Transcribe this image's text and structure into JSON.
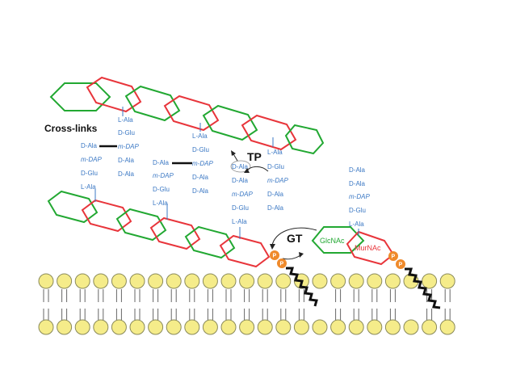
{
  "labels": {
    "cross_links": "Cross-links",
    "tp": "TP",
    "gt": "GT",
    "glcnac": "GlcNAc",
    "murnac": "MurNAc",
    "phosphate": "P"
  },
  "stems": {
    "col1": [
      "D-Ala",
      "m-DAP",
      "D-Glu",
      "L-Ala"
    ],
    "col2": [
      "L-Ala",
      "D-Glu",
      "m-DAP",
      "D-Ala",
      "D-Ala"
    ],
    "col3": [
      "D-Ala",
      "m-DAP",
      "D-Glu",
      "L-Ala"
    ],
    "col4": [
      "L-Ala",
      "D-Glu",
      "m-DAP",
      "D-Ala",
      "D-Ala"
    ],
    "col5": [
      "D-Ala",
      "D-Ala",
      "m-DAP",
      "D-Glu",
      "L-Ala"
    ],
    "col6": [
      "L-Ala",
      "D-Glu",
      "m-DAP",
      "D-Ala",
      "D-Ala"
    ],
    "col7": [
      "D-Ala",
      "D-Ala",
      "m-DAP",
      "D-Glu",
      "L-Ala"
    ]
  },
  "colors": {
    "glcnac": "#22a832",
    "murnac": "#e8353b",
    "peptide": "#3b78c4",
    "lipid_head": "#f5ec8a",
    "phosphate": "#ef8a2b"
  }
}
